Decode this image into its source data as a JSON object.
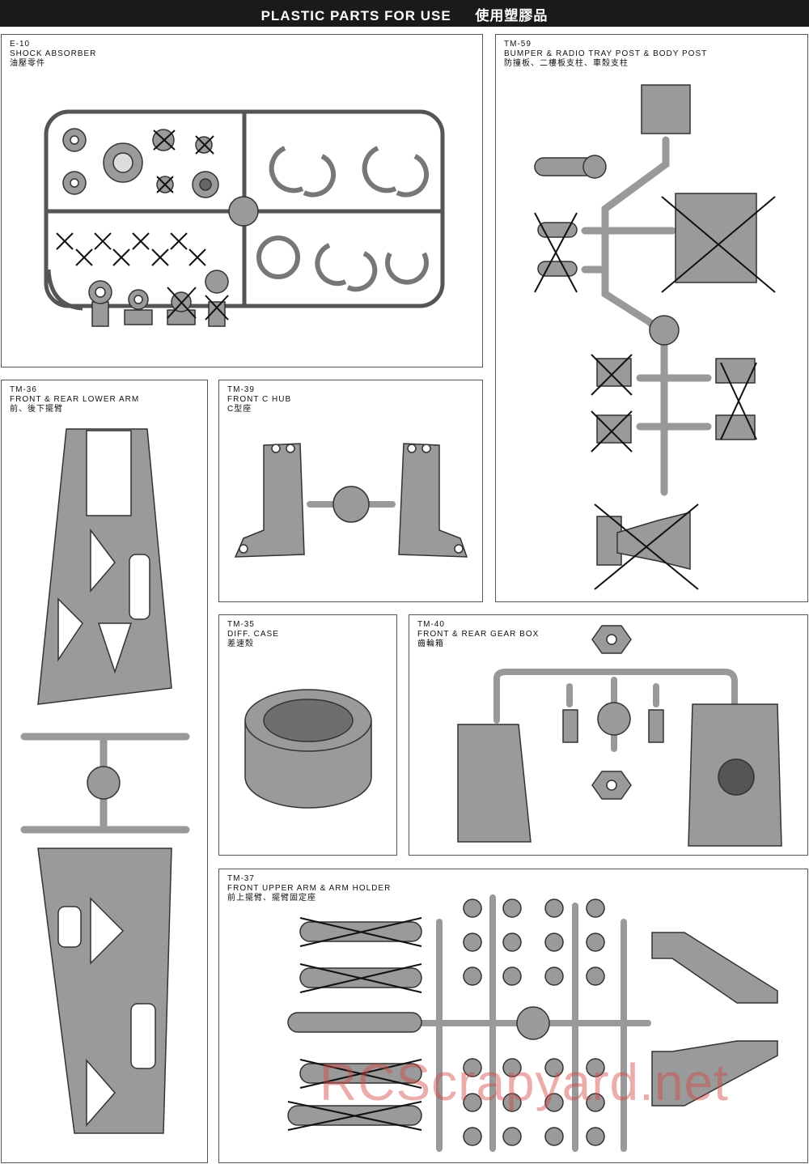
{
  "header": {
    "title_en": "PLASTIC PARTS FOR USE",
    "title_zh": "使用塑膠品"
  },
  "panels": {
    "e10": {
      "code": "E-10",
      "name": "SHOCK ABSORBER",
      "name_zh": "油壓零件"
    },
    "tm59": {
      "code": "TM-59",
      "name": "BUMPER & RADIO TRAY POST & BODY POST",
      "name_zh": "防撞板、二樓板支柱、車殼支柱"
    },
    "tm36": {
      "code": "TM-36",
      "name": "FRONT & REAR LOWER ARM",
      "name_zh": "前、後下擺臂"
    },
    "tm39": {
      "code": "TM-39",
      "name": "FRONT C HUB",
      "name_zh": "C型座"
    },
    "tm35": {
      "code": "TM-35",
      "name": "DIFF. CASE",
      "name_zh": "差速殼"
    },
    "tm40": {
      "code": "TM-40",
      "name": "FRONT & REAR GEAR BOX",
      "name_zh": "齒輪箱"
    },
    "tm37": {
      "code": "TM-37",
      "name": "FRONT UPPER ARM & ARM HOLDER",
      "name_zh": "前上擺臂、擺臂固定座"
    }
  },
  "watermark": "RCScrapyard.net",
  "colors": {
    "header_bg": "#1a1a1a",
    "part_fill": "#9a9a9a",
    "part_stroke": "#333333",
    "cross": "#111111"
  }
}
